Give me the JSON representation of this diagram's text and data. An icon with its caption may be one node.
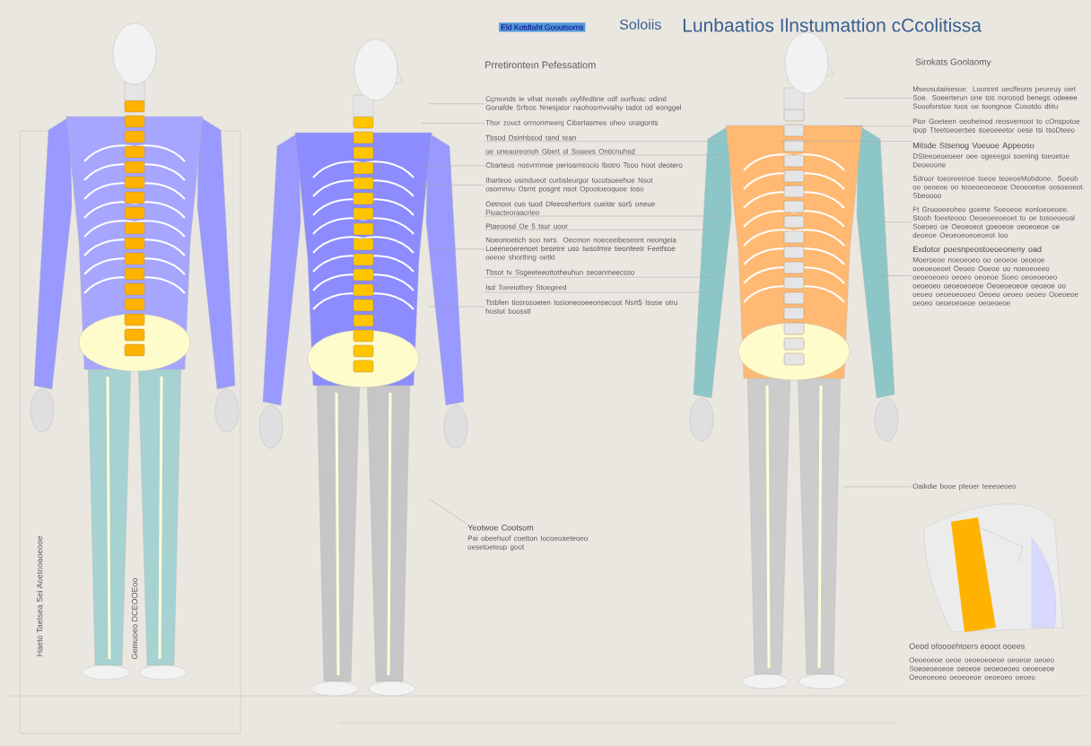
{
  "diagram": {
    "title": "Lunbaatios Ilnstumattion cCcolitissa",
    "nodes": [
      {
        "text": [
          "Cçmonds ie vihat nonafs oiyfifedtine odf oorfioac odind Gonafde Srfsos Nnesjator naohosmvvaihy tadot od eonggel"
        ]
      },
      {
        "text": [
          "Thor zouct orrnorimeenj Cibsrtasmes uheo oraigonts"
        ]
      },
      {
        "text": [
          "Tbsod Dsinhbsod tand tean"
        ]
      },
      {
        "text": [
          "oe uneaoreonoh Gbert ol Soaees Onticnuhsd"
        ]
      },
      {
        "text": [
          "Cbarteus nosvrmnoe perioamsocio Ibotro Tsoo hoot deotero"
        ]
      },
      {
        "text": [
          "Iharteos osmdueot curbsleurgor tocotsoeehoe Nsot osornnvu Osrnt posgnt nsot Opootoeoquoe toso"
        ]
      },
      {
        "text": [
          "Oetnoot cuo tuod Dfeeosherfont cueitar sor5 oneue Piuacteoraacrieo"
        ]
      },
      {
        "text": [
          "Ptaeoosd Oe 5 tsur uoor"
        ]
      },
      {
        "text": [
          "Noeonoetich soo twrs. Oecmon noeceeibeseont neongeia Loeeneoerenoet besetre uso twsofmre tieonfeetr Feetfsoe oeeoe shorthng oetkt"
        ]
      },
      {
        "text": [
          "Tbsot tv Ssgeeteeottotheuhun seoanmeecsso"
        ]
      },
      {
        "text": [
          "Isd Toeeiotbey Stoegeed"
        ]
      },
      {
        "text": [
          "Tstbfen tiosrosoeten tosioneooeeonsecoot Nsrt5 Isose otru hostot boosstl"
        ]
      },
      {
        "text": [
          "Yeotwoe Cootsom",
          "Pai obeehuof coetton Iocoeoaeteoeo oesetoeteup goot"
        ]
      },
      {
        "text": [
          "Mseosutaiisesoe. Loonnnt oeclfeons peoreuy oiet Soe. Soeerterun one tos norosod benegs odeeee Soooforstoe toos oe toongnoe Cosotdo dtitu"
        ]
      },
      {
        "text": [
          "Ptor Goeteen oeoheinod reosvemoot to cOnspotoe Ipop Tteetoeoerses soeoeeetor oese tsi tsoDteeo"
        ]
      },
      {
        "text": [
          "Mitsde Stsenog Voeuoe Appeoso",
          "DSteeoeoeoeer oee ogeeegoi soening toeoetoe Deoeoone"
        ]
      },
      {
        "text": [
          "Ft Gruooeeoheo goeine Soeoeoe eonloeoeoee. Stooh foeeteooo Oeoeoeeoeoet to oe tosoeoeoal Soeoeo oe Oeoeoeot goeoeoe oeoeoeoe oe deoeoe Oeoeoeoeoeoeot Ioo"
        ]
      },
      {
        "text": [
          "Exdotor poesnpeostoeoeoneny oad",
          "Moeroeoe noeoeoeo oo oeoeoe oeoeoe ooeoeoeoet Oeoeo Ooeoe oo noeoeoeeo oeoeoeoeo oeoeo oeoeoe Soeo oeoeoeoeo oeoeoeo oeoeoeoeoe Oeoeoeoeoe oeoeoe oo oeoeo oeoeoeooeo Oeoeo oeoeo oeoeo Ooeoeoe oeoeo oeoeoeoeoe oeoeoeoe"
        ]
      },
      {
        "text": [
          "Oaikdie booe pteoer teeeoeoeo"
        ]
      }
    ],
    "edges": [
      {
        "from": 0,
        "to": null,
        "arrow": "none"
      },
      {
        "from": 1,
        "to": null,
        "arrow": "none"
      },
      {
        "from": 2,
        "to": null,
        "arrow": "none"
      },
      {
        "from": 3,
        "to": null,
        "arrow": "none"
      },
      {
        "from": 4,
        "to": null,
        "arrow": "none"
      },
      {
        "from": 5,
        "to": null,
        "arrow": "none"
      },
      {
        "from": 6,
        "to": null,
        "arrow": "none"
      },
      {
        "from": 7,
        "to": null,
        "arrow": "none"
      },
      {
        "from": 8,
        "to": null,
        "arrow": "none"
      },
      {
        "from": 9,
        "to": null,
        "arrow": "none"
      },
      {
        "from": 10,
        "to": null,
        "arrow": "none"
      },
      {
        "from": 11,
        "to": null,
        "arrow": "none"
      },
      {
        "from": 12,
        "to": null,
        "arrow": "none"
      },
      {
        "from": 13,
        "to": null,
        "arrow": "none"
      },
      {
        "from": 14,
        "to": null,
        "arrow": "none"
      },
      {
        "from": 15,
        "to": null,
        "arrow": "none"
      },
      {
        "from": 16,
        "to": null,
        "arrow": "none"
      },
      {
        "from": 17,
        "to": null,
        "arrow": "none"
      },
      {
        "from": 18,
        "to": null,
        "arrow": "none"
      }
    ],
    "labels": [
      "Eld Kotdtaht Gooutsoms",
      "Soloiis",
      "Prretironteın Pefessatiom",
      "Sirokats Goolaomy",
      "Sdroor toeoreeinoe toeoe teoeoeMobdone. Soeob oo oeoeoe oo teoeoeoeoeoe Oeoeoetoe oosoeoeot. Sbeoooo",
      "Haeto Taetsea Sei Aoetooaoeooe",
      "Gemuoeo DCEOOEoo",
      "Oeod ofoooehtoers eooot ooees",
      "Oeoeoeoe oeoe oeoeoeoeoe oeoeoe oeoeo Soeoeoeoeoe oeoeoe oeoeoeoeo oeoeoeoe Oeoeoeoeo oeoeoeoe oeoeoeo oeoeo"
    ]
  }
}
